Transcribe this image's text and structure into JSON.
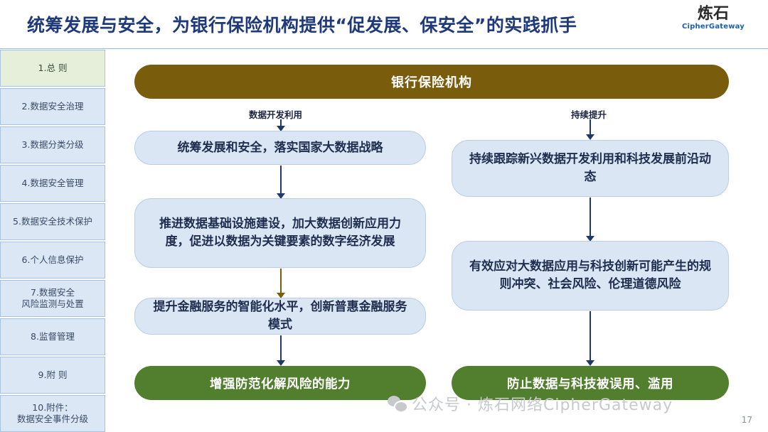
{
  "header": {
    "title": "统筹发展与安全，为银行保险机构提供“促发展、保安全”的实践抓手",
    "logo_mark": "炼石",
    "logo_sub": "CipherGateway"
  },
  "sidebar": {
    "items": [
      {
        "label": "1.总 则",
        "active": true
      },
      {
        "label": "2.数据安全治理"
      },
      {
        "label": "3.数据分类分级"
      },
      {
        "label": "4.数据安全管理"
      },
      {
        "label": "5.数据安全技术保护"
      },
      {
        "label": "6.个人信息保护"
      },
      {
        "label": "7.数据安全\n风险监测与处置"
      },
      {
        "label": "8.监督管理"
      },
      {
        "label": "9.附 则"
      },
      {
        "label": "10.附件：\n数据安全事件分级"
      }
    ]
  },
  "diagram": {
    "top": "银行保险机构",
    "left_label": "数据开发利用",
    "right_label": "持续提升",
    "left_boxes": [
      "统筹发展和安全，落实国家大数据战略",
      "推进数据基础设施建设，加大数据创新应用力度，促进以数据为关键要素的数字经济发展",
      "提升金融服务的智能化水平，创新普惠金融服务模式"
    ],
    "right_boxes": [
      "持续跟踪新兴数据开发利用和科技发展前沿动态",
      "有效应对大数据应用与科技创新可能产生的规则冲突、社会风险、伦理道德风险"
    ],
    "left_result": "增强防范化解风险的能力",
    "right_result": "防止数据与科技被误用、滥用"
  },
  "footer": {
    "watermark": "公众号 · 炼石网络CipherGateway",
    "page": "17"
  },
  "colors": {
    "band": "#7a5d0c",
    "box_fill": "#dbe6f4",
    "result_fill": "#527f2e",
    "title": "#1f3a7a"
  }
}
